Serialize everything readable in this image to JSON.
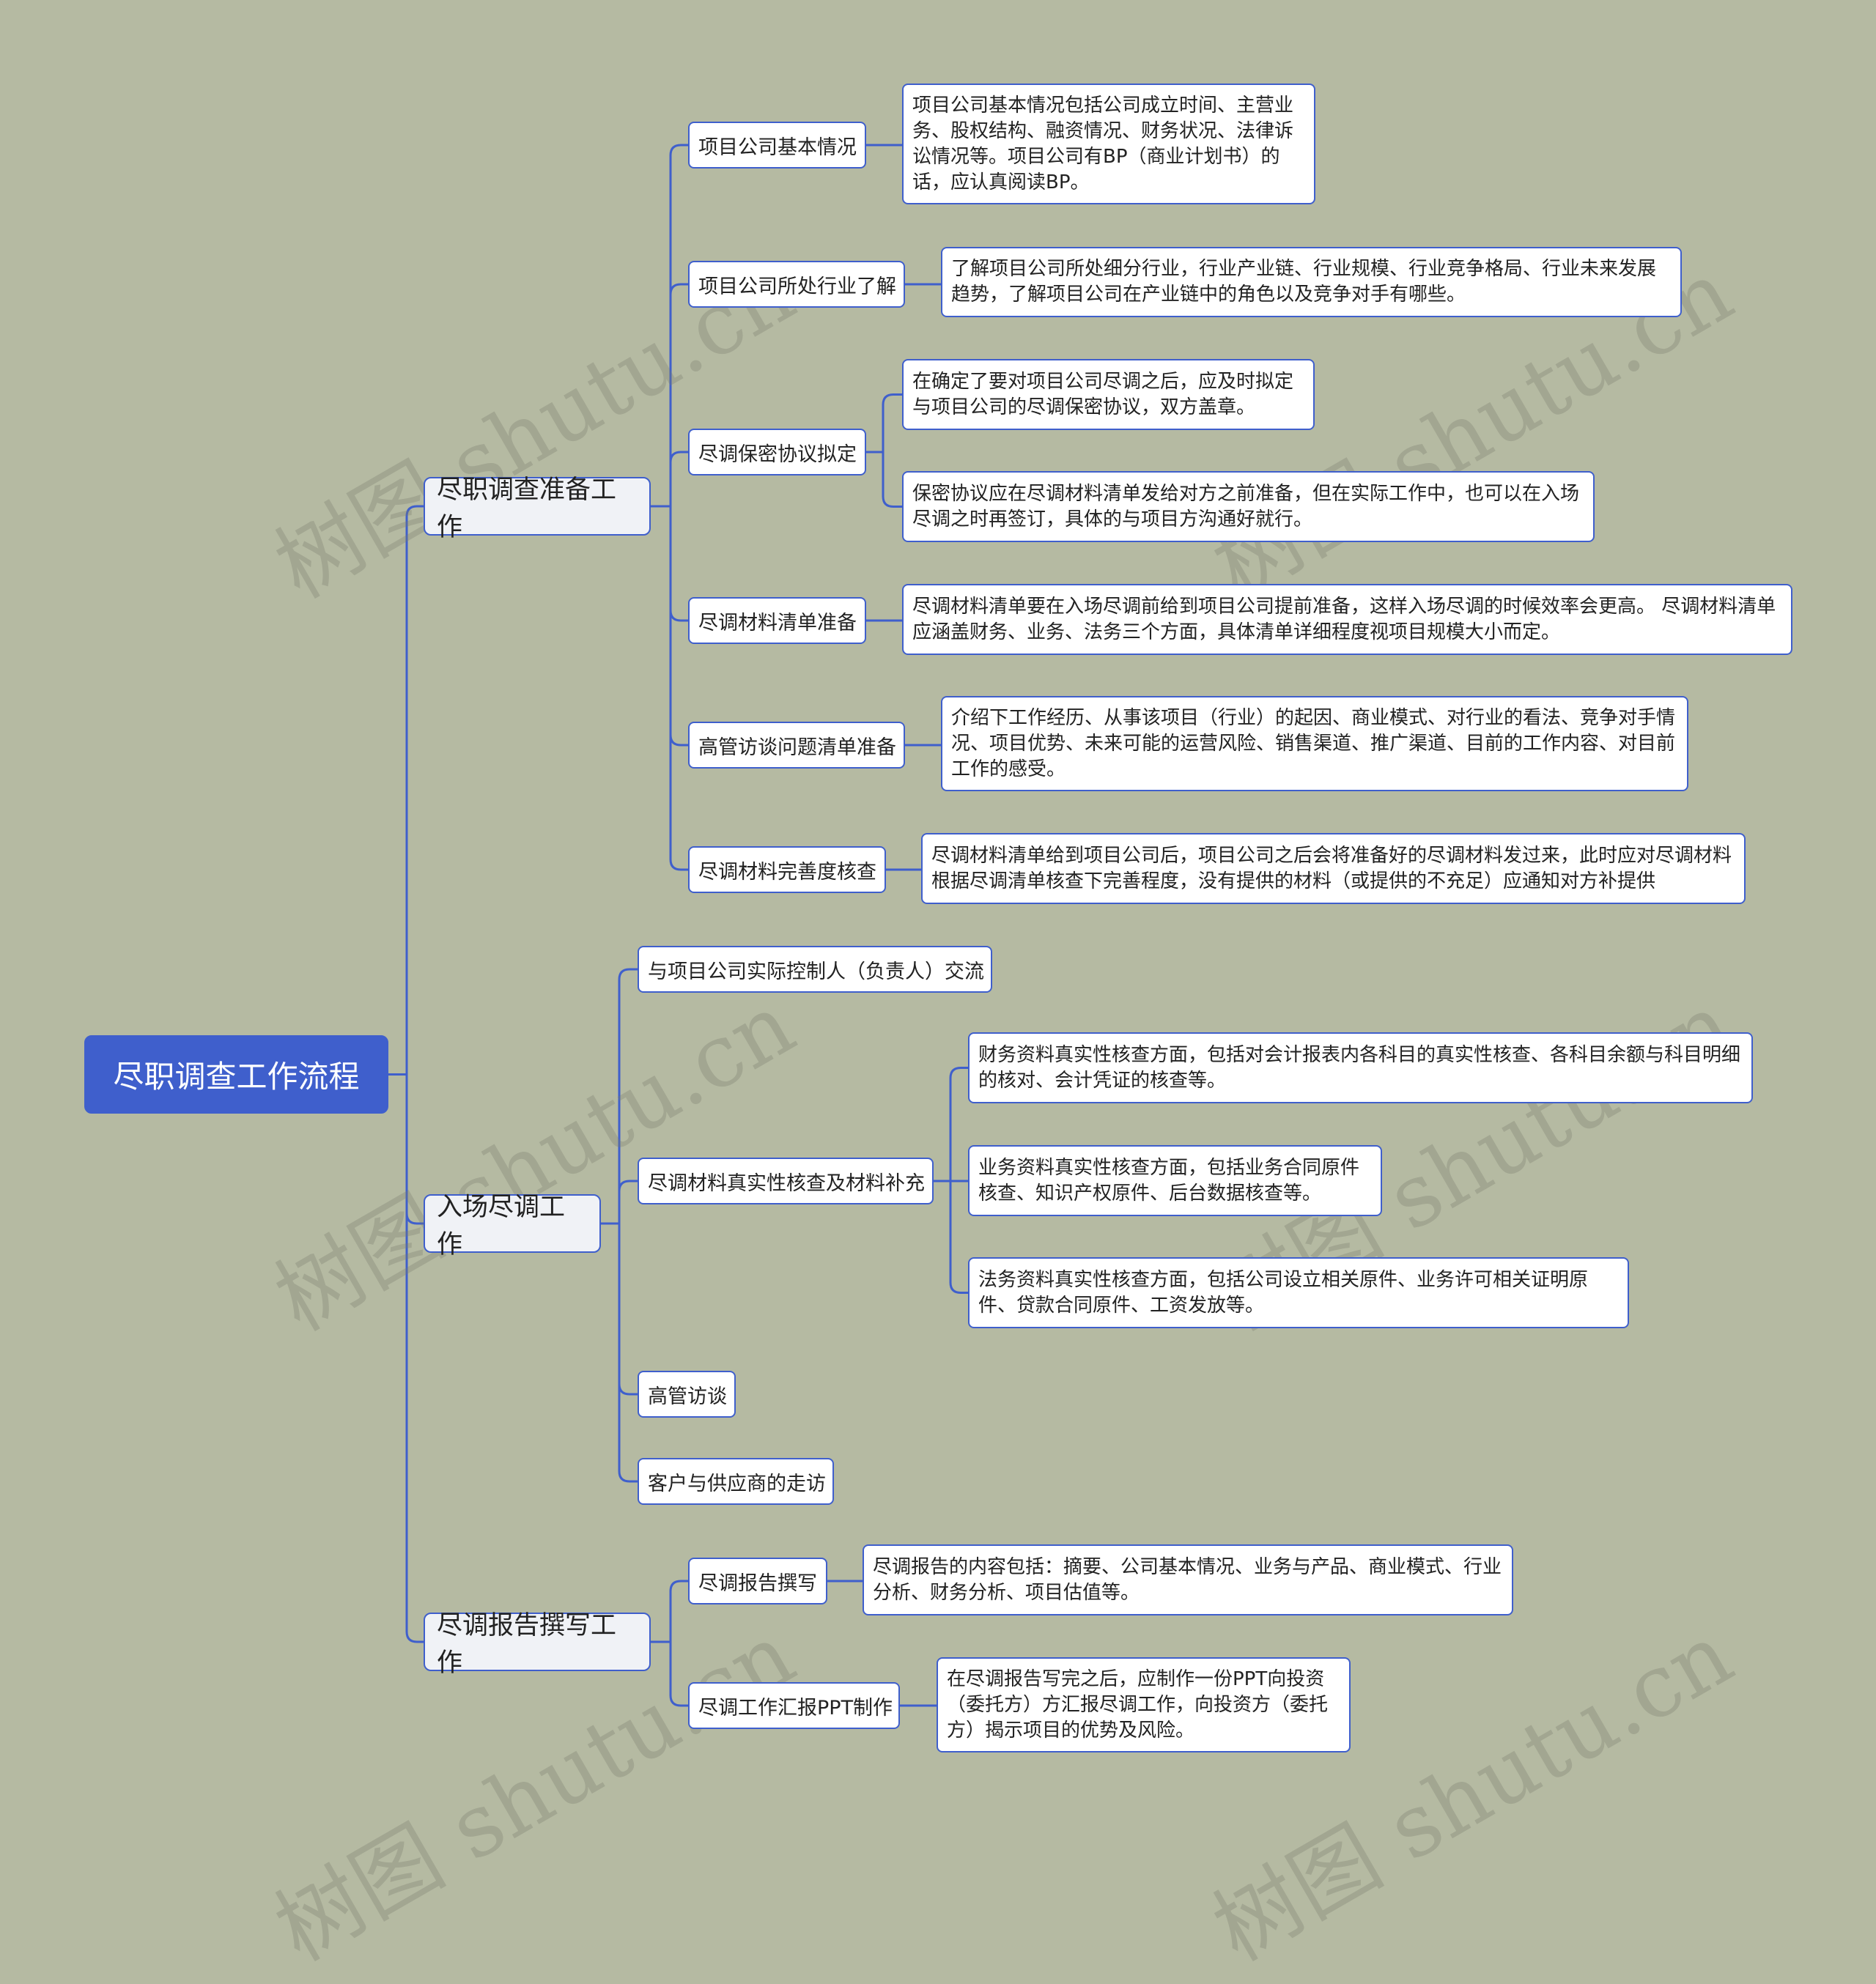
{
  "colors": {
    "background": "#b5baa2",
    "accent": "#3f5fcc",
    "line": "#3f5fcc"
  },
  "watermark": "树图 shutu.cn",
  "root": "尽职调查工作流程",
  "branches": [
    {
      "label": "尽职调查准备工作",
      "children": [
        {
          "label": "项目公司基本情况",
          "notes": [
            "项目公司基本情况包括公司成立时间、主营业务、股权结构、融资情况、财务状况、法律诉讼情况等。项目公司有BP（商业计划书）的话，应认真阅读BP。"
          ]
        },
        {
          "label": "项目公司所处行业了解",
          "notes": [
            "了解项目公司所处细分行业，行业产业链、行业规模、行业竞争格局、行业未来发展趋势，了解项目公司在产业链中的角色以及竞争对手有哪些。"
          ]
        },
        {
          "label": "尽调保密协议拟定",
          "notes": [
            "在确定了要对项目公司尽调之后，应及时拟定与项目公司的尽调保密协议，双方盖章。",
            "保密协议应在尽调材料清单发给对方之前准备，但在实际工作中，也可以在入场尽调之时再签订，具体的与项目方沟通好就行。"
          ]
        },
        {
          "label": "尽调材料清单准备",
          "notes": [
            "尽调材料清单要在入场尽调前给到项目公司提前准备，这样入场尽调的时候效率会更高。 尽调材料清单应涵盖财务、业务、法务三个方面，具体清单详细程度视项目规模大小而定。"
          ]
        },
        {
          "label": "高管访谈问题清单准备",
          "notes": [
            "介绍下工作经历、从事该项目（行业）的起因、商业模式、对行业的看法、竞争对手情况、项目优势、未来可能的运营风险、销售渠道、推广渠道、目前的工作内容、对目前工作的感受。"
          ]
        },
        {
          "label": "尽调材料完善度核查",
          "notes": [
            "尽调材料清单给到项目公司后，项目公司之后会将准备好的尽调材料发过来，此时应对尽调材料根据尽调清单核查下完善程度，没有提供的材料（或提供的不充足）应通知对方补提供"
          ]
        }
      ]
    },
    {
      "label": "入场尽调工作",
      "children": [
        {
          "label": "与项目公司实际控制人（负责人）交流",
          "notes": []
        },
        {
          "label": "尽调材料真实性核查及材料补充",
          "notes": [
            "财务资料真实性核查方面，包括对会计报表内各科目的真实性核查、各科目余额与科目明细的核对、会计凭证的核查等。",
            "业务资料真实性核查方面，包括业务合同原件核查、知识产权原件、后台数据核查等。",
            "法务资料真实性核查方面，包括公司设立相关原件、业务许可相关证明原件、贷款合同原件、工资发放等。"
          ]
        },
        {
          "label": "高管访谈",
          "notes": []
        },
        {
          "label": "客户与供应商的走访",
          "notes": []
        }
      ]
    },
    {
      "label": "尽调报告撰写工作",
      "children": [
        {
          "label": "尽调报告撰写",
          "notes": [
            "尽调报告的内容包括：摘要、公司基本情况、业务与产品、商业模式、行业分析、财务分析、项目估值等。"
          ]
        },
        {
          "label": "尽调工作汇报PPT制作",
          "notes": [
            "在尽调报告写完之后，应制作一份PPT向投资（委托方）方汇报尽调工作，向投资方（委托方）揭示项目的优势及风险。"
          ]
        }
      ]
    }
  ]
}
